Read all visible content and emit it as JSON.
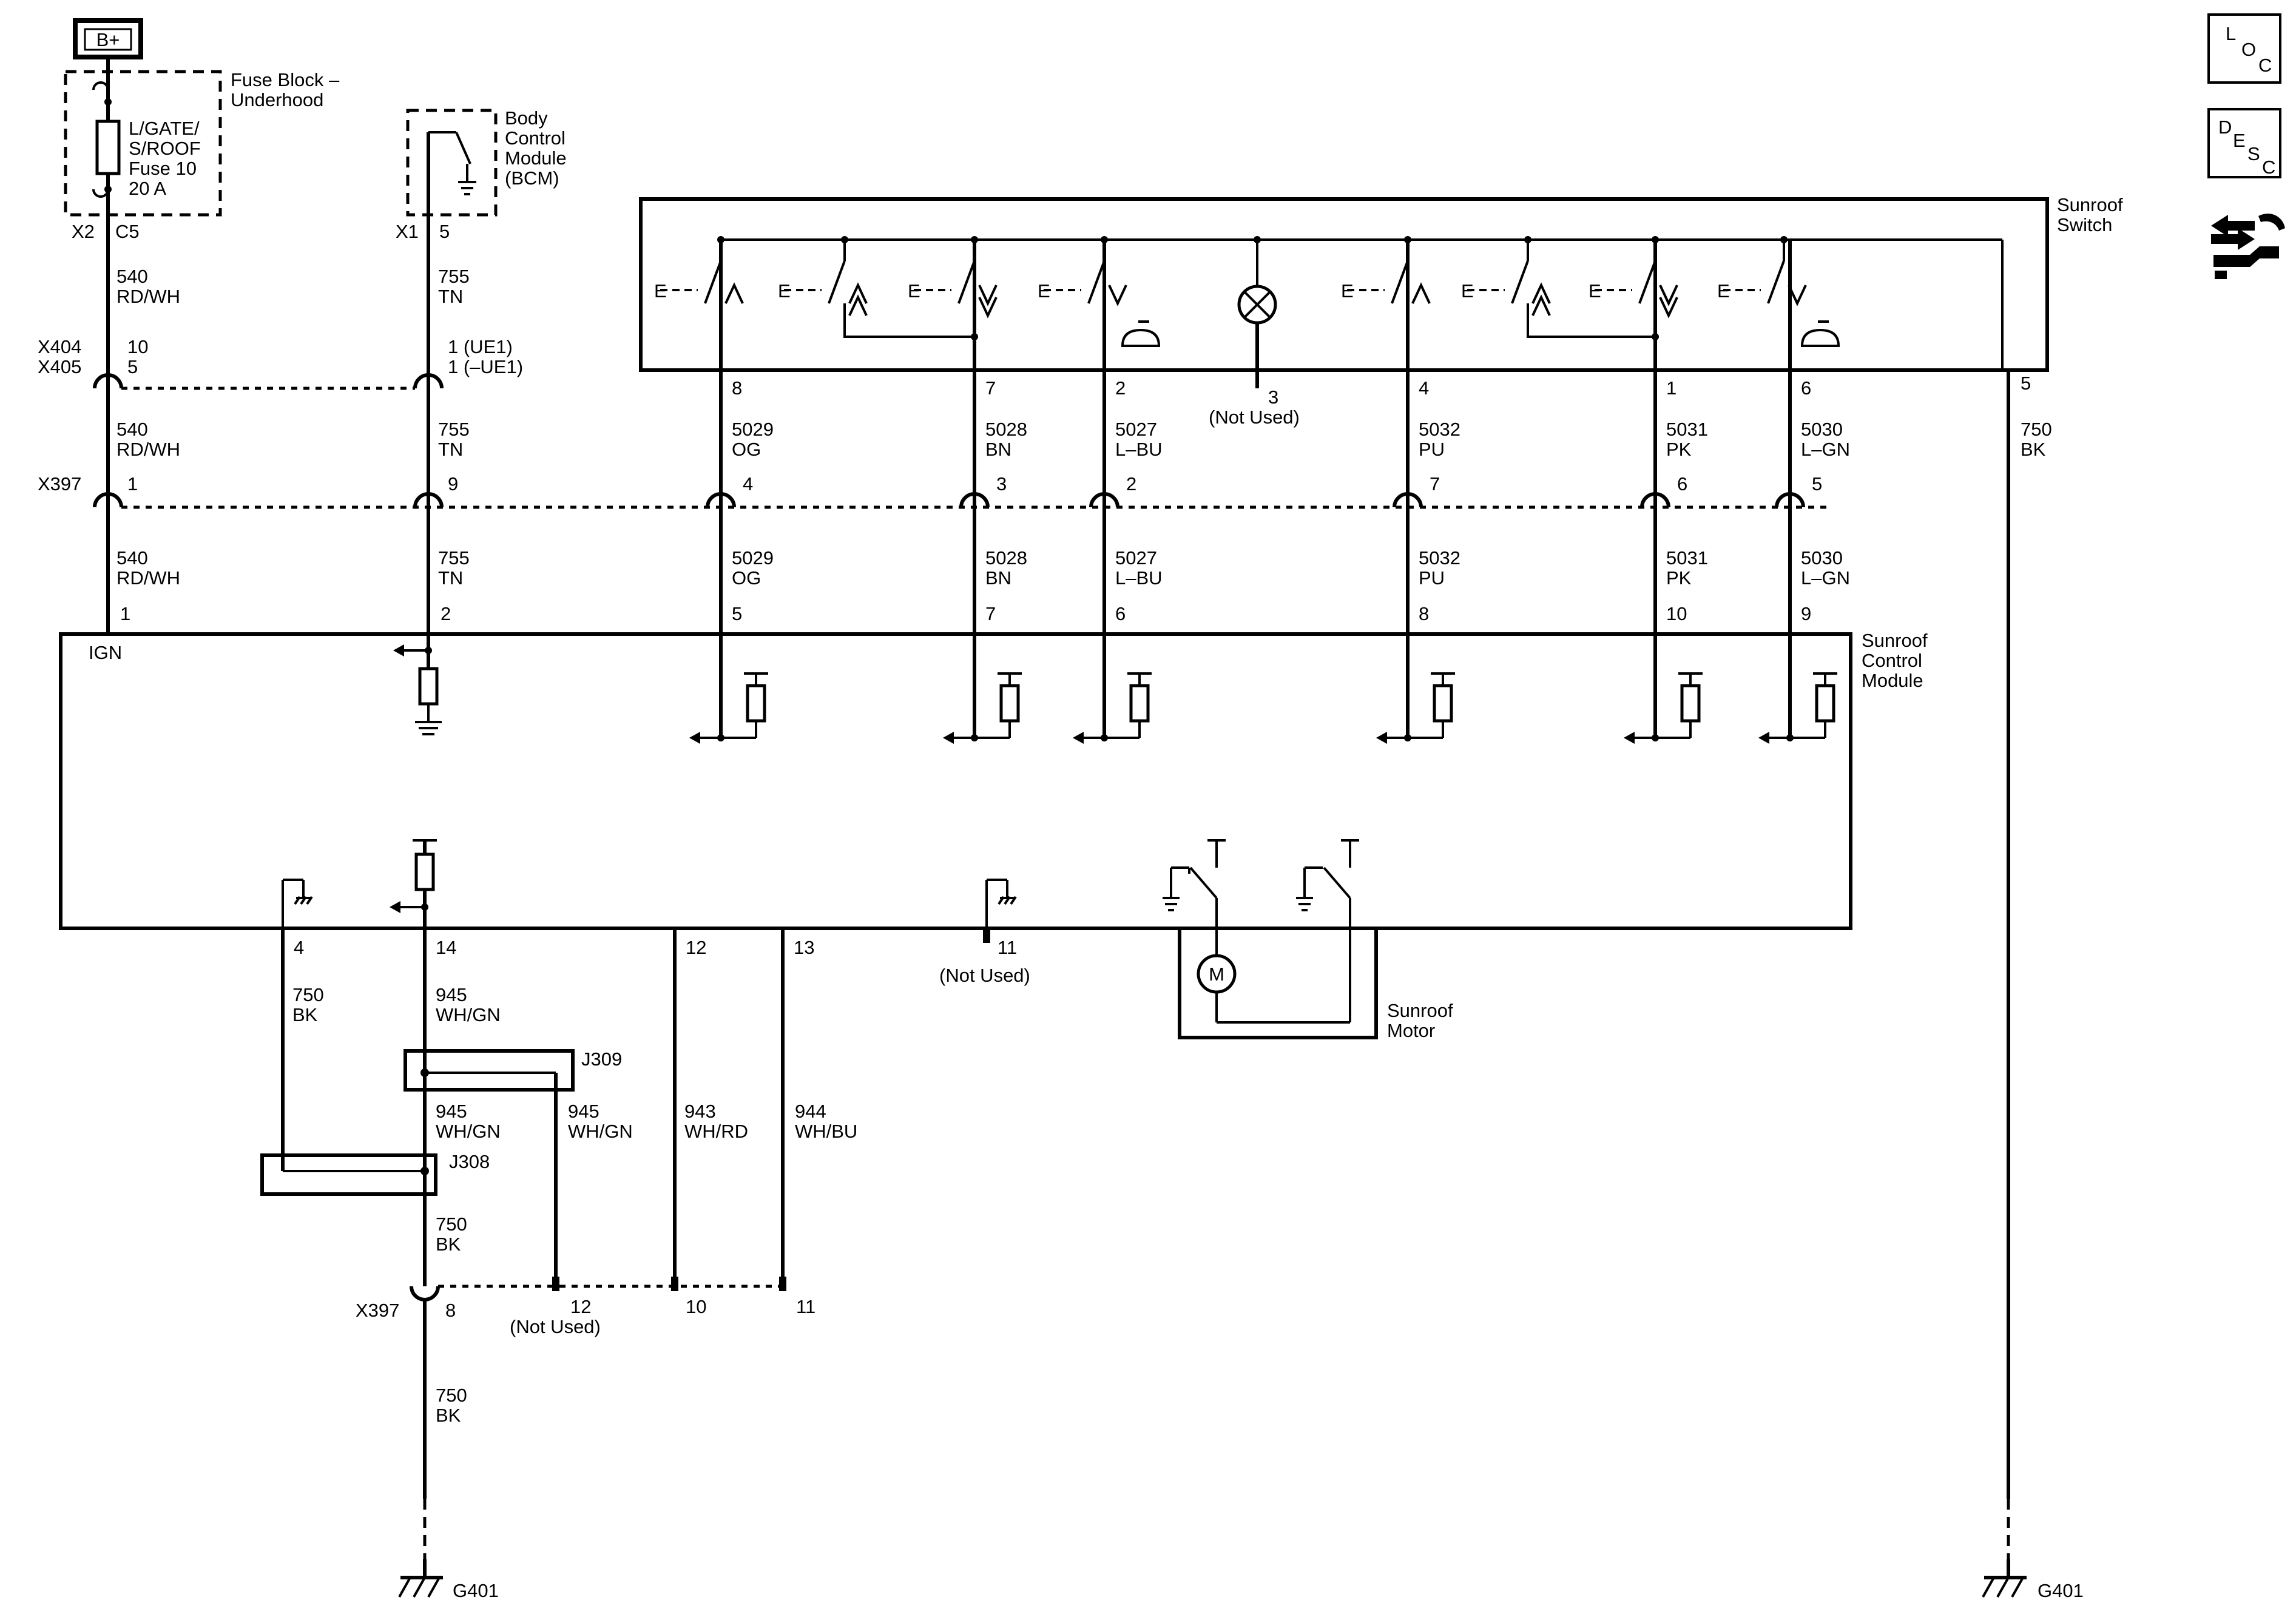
{
  "power": {
    "source": "B+"
  },
  "fuse_block": {
    "name_line1": "Fuse Block –",
    "name_line2": "Underhood",
    "fuse_line1": "L/GATE/",
    "fuse_line2": "S/ROOF",
    "fuse_line3": "Fuse 10",
    "fuse_line4": "20 A",
    "connector": "X2",
    "pin": "C5"
  },
  "bcm": {
    "line1": "Body",
    "line2": "Control",
    "line3": "Module",
    "line4": "(BCM)",
    "connector": "X1",
    "pin": "5"
  },
  "inline_x404": {
    "conn1": "X404",
    "conn2": "X405",
    "pin_a1": "10",
    "pin_a2": "5",
    "pin_b1": "1 (UE1)",
    "pin_b2": "1 (–UE1)"
  },
  "circuits": {
    "c540": {
      "num": "540",
      "color": "RD/WH"
    },
    "c755": {
      "num": "755",
      "color": "TN"
    },
    "c5029": {
      "num": "5029",
      "color": "OG"
    },
    "c5028": {
      "num": "5028",
      "color": "BN"
    },
    "c5027": {
      "num": "5027",
      "color": "L–BU"
    },
    "c5032": {
      "num": "5032",
      "color": "PU"
    },
    "c5031": {
      "num": "5031",
      "color": "PK"
    },
    "c5030": {
      "num": "5030",
      "color": "L–GN"
    },
    "c750": {
      "num": "750",
      "color": "BK"
    },
    "c945": {
      "num": "945",
      "color": "WH/GN"
    },
    "c943": {
      "num": "943",
      "color": "WH/RD"
    },
    "c944": {
      "num": "944",
      "color": "WH/BU"
    }
  },
  "sunroof_switch": {
    "name_line1": "Sunroof",
    "name_line2": "Switch",
    "pins": [
      "8",
      "7",
      "2",
      "3",
      "4",
      "1",
      "6",
      "5"
    ],
    "not_used": "(Not Used)"
  },
  "x397_upper": {
    "conn": "X397",
    "pins": [
      "1",
      "9",
      "4",
      "3",
      "2",
      "7",
      "6",
      "5"
    ]
  },
  "scm": {
    "name_line1": "Sunroof",
    "name_line2": "Control",
    "name_line3": "Module",
    "ign": "IGN",
    "top_pins": [
      "1",
      "2",
      "5",
      "7",
      "6",
      "8",
      "10",
      "9"
    ],
    "bottom_pins": [
      "4",
      "14",
      "12",
      "13",
      "11"
    ],
    "not_used": "(Not Used)"
  },
  "motor": {
    "symbol": "M",
    "name_line1": "Sunroof",
    "name_line2": "Motor"
  },
  "splices": {
    "j309": "J309",
    "j308": "J308"
  },
  "x397_lower": {
    "conn": "X397",
    "pins": [
      "8",
      "12",
      "10",
      "11"
    ],
    "not_used": "(Not Used)"
  },
  "grounds": {
    "left": "G401",
    "right": "G401"
  },
  "nav": {
    "loc": {
      "l1": "L",
      "l2": "O",
      "l3": "C"
    },
    "desc": {
      "l1": "D",
      "l2": "E",
      "l3": "S",
      "l4": "C"
    },
    "tool_icon": "connector-repair-icon"
  }
}
